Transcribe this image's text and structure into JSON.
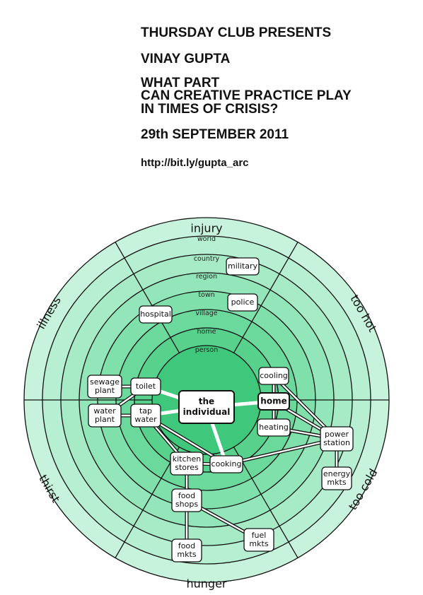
{
  "header": {
    "line1": "THURSDAY CLUB PRESENTS",
    "line2": "VINAY GUPTA",
    "line3": "WHAT PART",
    "line4": "CAN CREATIVE PRACTICE PLAY",
    "line5": "IN TIMES OF CRISIS?",
    "date": "29th SEPTEMBER 2011",
    "url": "http://bit.ly/gupta_arc"
  },
  "colors": {
    "rings": [
      "#c7f3dd",
      "#b7efd2",
      "#a6ebc6",
      "#93e6b9",
      "#80e0ab",
      "#6cd99c",
      "#58d18d",
      "#3fc77b"
    ],
    "line": "#111111",
    "node_fill": "#ffffff"
  },
  "diagram": {
    "sectors": {
      "top": "injury",
      "upper_right": "too hot",
      "lower_right": "too cold",
      "bottom": "hunger",
      "lower_left": "thirst",
      "upper_left": "illness"
    },
    "rings": [
      "world",
      "country",
      "region",
      "town",
      "village",
      "home",
      "person"
    ],
    "nodes": {
      "individual": [
        "the",
        "individual"
      ],
      "home": [
        "home"
      ],
      "cooling": [
        "cooling"
      ],
      "heating": [
        "heating"
      ],
      "power_station": [
        "power",
        "station"
      ],
      "energy_mkts": [
        "energy",
        "mkts"
      ],
      "military": [
        "military"
      ],
      "police": [
        "police"
      ],
      "hospital": [
        "hospital"
      ],
      "sewage_plant": [
        "sewage",
        "plant"
      ],
      "toilet": [
        "toilet"
      ],
      "water_plant": [
        "water",
        "plant"
      ],
      "tap_water": [
        "tap",
        "water"
      ],
      "kitchen_stores": [
        "kitchen",
        "stores"
      ],
      "cooking": [
        "cooking"
      ],
      "food_shops": [
        "food",
        "shops"
      ],
      "fuel_mkts": [
        "fuel",
        "mkts"
      ],
      "food_mkts": [
        "food",
        "mkts"
      ]
    }
  }
}
